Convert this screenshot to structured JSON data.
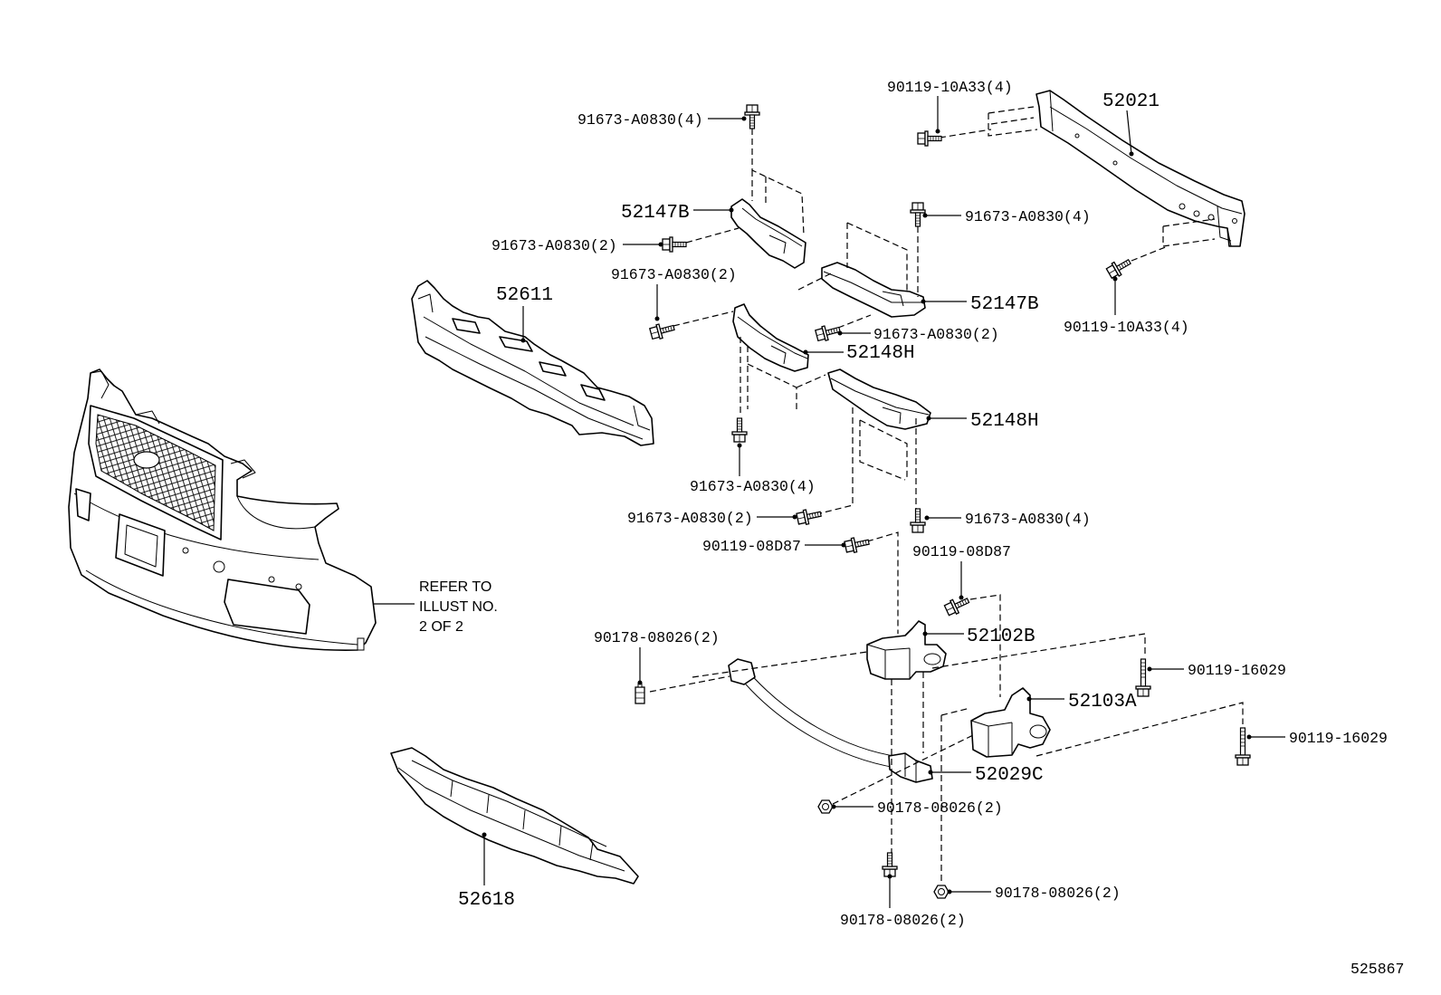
{
  "diagram": {
    "part_numbers": [
      "52021",
      "52147B",
      "52611",
      "52147B",
      "52148H",
      "52148H",
      "52102B",
      "52103A",
      "52029C",
      "52618"
    ],
    "fastener_callouts": [
      "90119-10A33(4)",
      "91673-A0830(4)",
      "91673-A0830(4)",
      "91673-A0830(2)",
      "91673-A0830(2)",
      "90119-10A33(4)",
      "91673-A0830(2)",
      "91673-A0830(4)",
      "91673-A0830(2)",
      "91673-A0830(4)",
      "90119-08D87",
      "90119-08D87",
      "90178-08026(2)",
      "90119-16029",
      "90119-16029",
      "90178-08026(2)",
      "90178-08026(2)",
      "90178-08026(2)"
    ],
    "reference_note": [
      "REFER TO",
      "ILLUST NO.",
      "2 OF 2"
    ],
    "illustration_number": "525867",
    "line_color": "#000000"
  }
}
